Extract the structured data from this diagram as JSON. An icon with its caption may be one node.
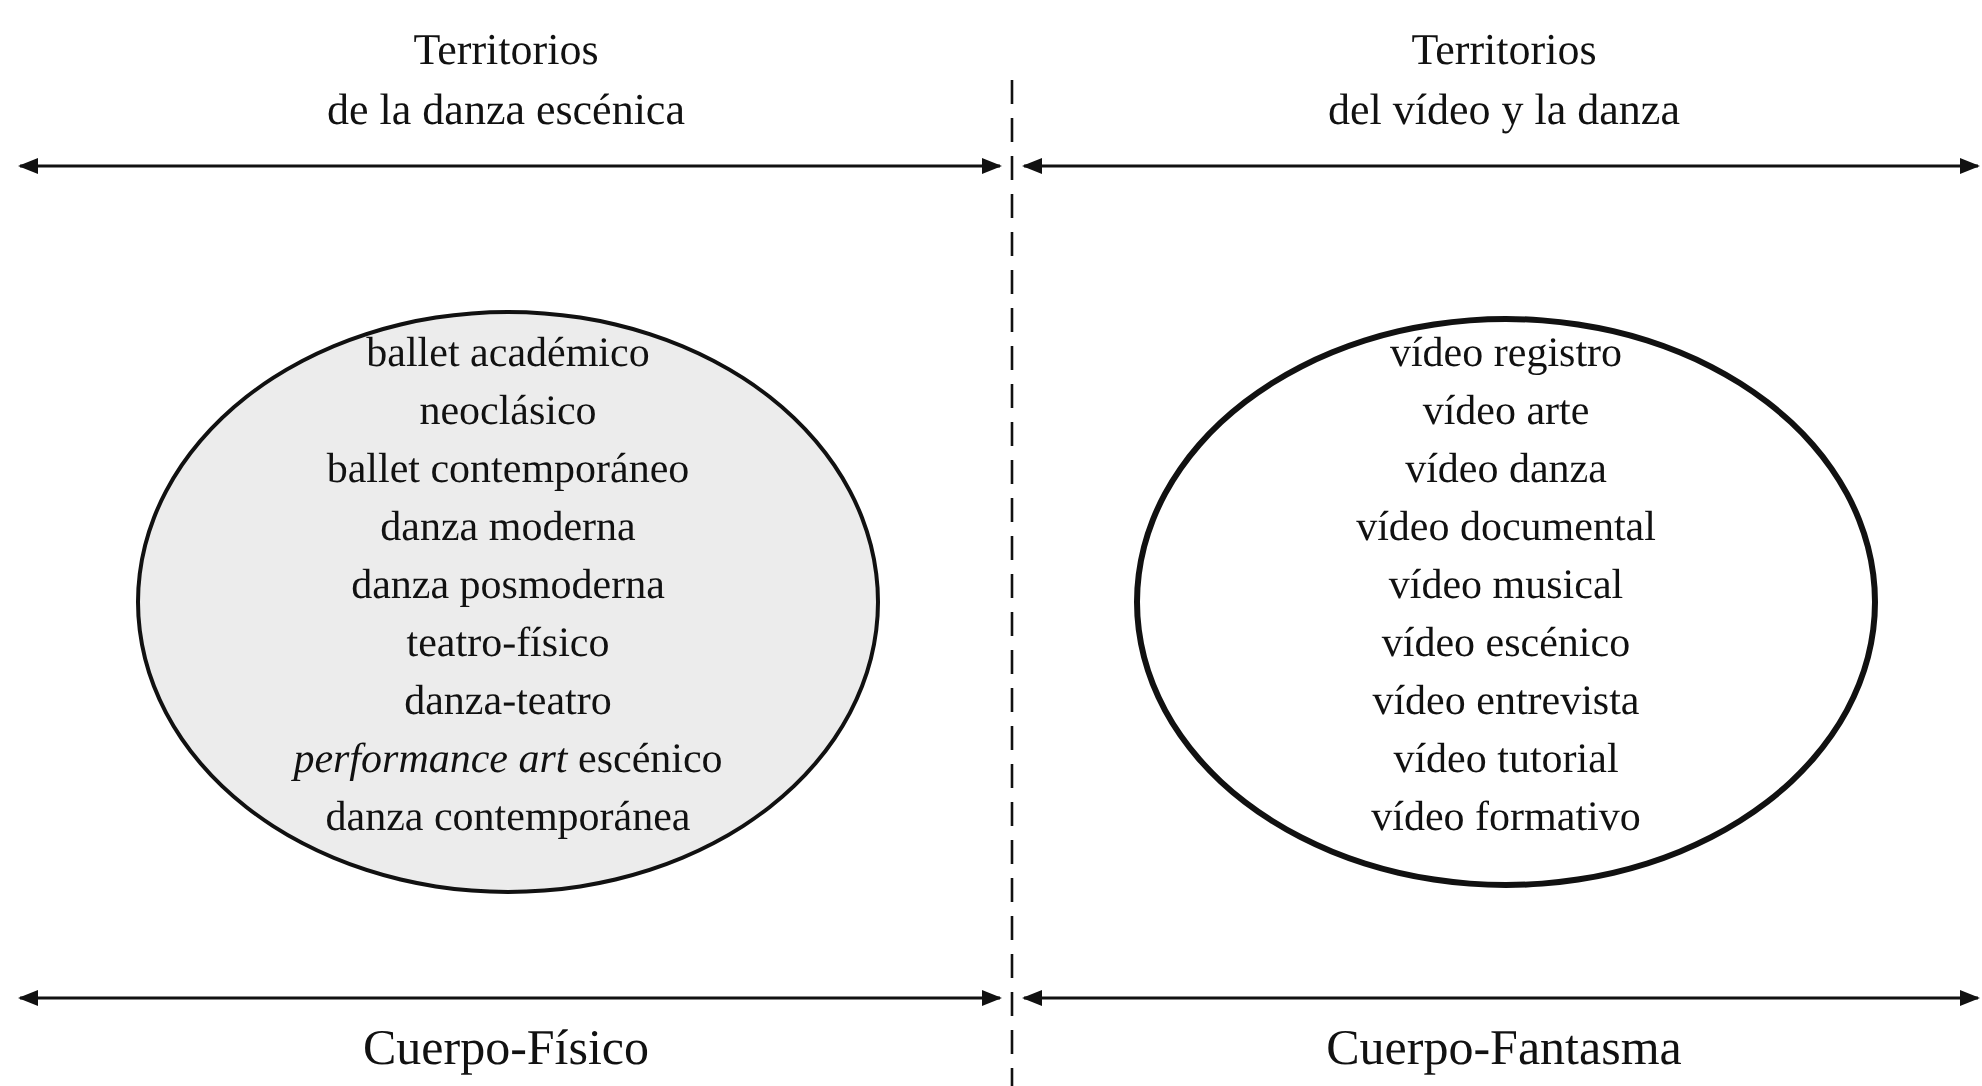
{
  "diagram": {
    "nodes": [
      {
        "text": [
          "ballet académico",
          "neoclásico",
          "ballet contemporáneo",
          "danza moderna",
          "danza posmoderna",
          "teatro-físico",
          "danza-teatro",
          "*performance art* escénico",
          "danza contemporánea"
        ]
      },
      {
        "text": [
          "vídeo registro",
          "vídeo arte",
          "vídeo danza",
          "vídeo documental",
          "vídeo musical",
          "vídeo escénico",
          "vídeo entrevista",
          "vídeo tutorial",
          "vídeo formativo"
        ]
      }
    ],
    "labels": [
      "Territorios",
      "de la danza escénica",
      "Territorios",
      "del vídeo y la danza",
      "Cuerpo-Físico",
      "Cuerpo-Fantasma"
    ]
  }
}
